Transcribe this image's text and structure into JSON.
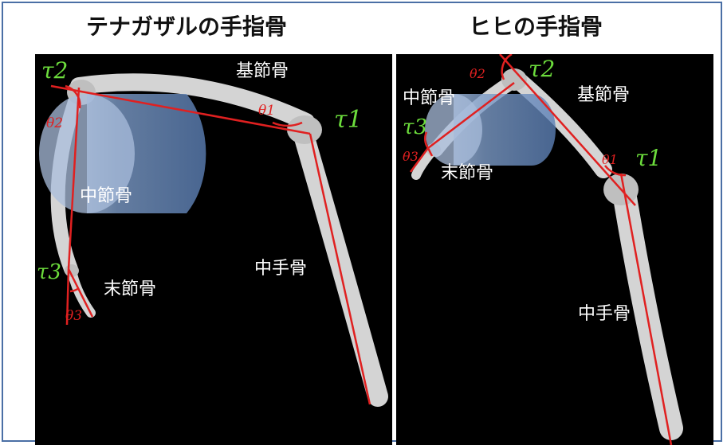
{
  "left": {
    "title": "テナガザルの手指骨",
    "labels": {
      "proximal": "基節骨",
      "middle": "中節骨",
      "distal": "末節骨",
      "metacarpal": "中手骨"
    },
    "torques": {
      "t1": "τ1",
      "t2": "τ2",
      "t3": "τ3"
    },
    "angles": {
      "a1": "θ1",
      "a2": "θ2",
      "a3": "θ3"
    }
  },
  "right": {
    "title": "ヒヒの手指骨",
    "labels": {
      "proximal": "基節骨",
      "middle": "中節骨",
      "distal": "末節骨",
      "metacarpal": "中手骨"
    },
    "torques": {
      "t1": "τ1",
      "t2": "τ2",
      "t3": "τ3"
    },
    "angles": {
      "a1": "θ1",
      "a2": "θ2",
      "a3": "θ3"
    }
  },
  "colors": {
    "panel_bg": "#000000",
    "bone": "#d9d9d9",
    "joint_line": "#e02020",
    "torque_label": "#6cdc3c",
    "cylinder": "#5b7fb5",
    "frame_border": "#4a6fa5"
  }
}
